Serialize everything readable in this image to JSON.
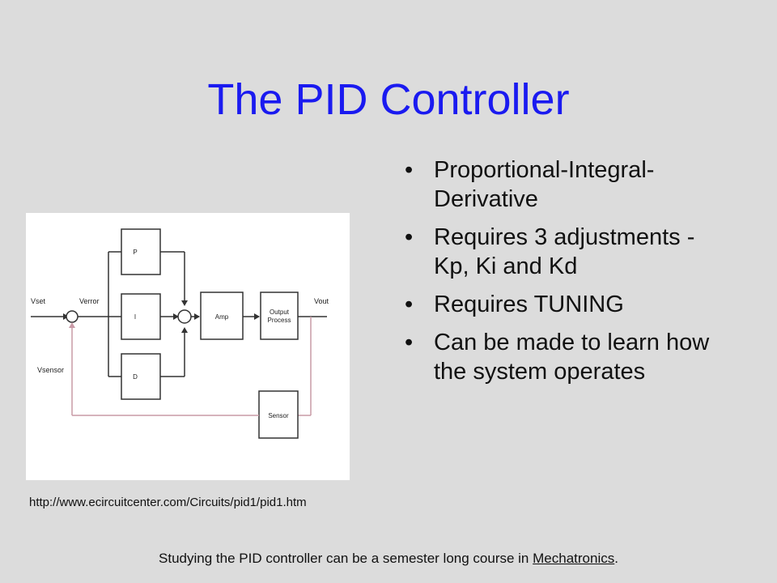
{
  "slide": {
    "title": "The PID Controller",
    "bullets": [
      "Proportional-Integral-Derivative",
      "Requires 3 adjustments - Kp, Ki and Kd",
      "Requires TUNING",
      "Can be made to learn how the system operates"
    ],
    "source_url": "http://www.ecircuitcenter.com/Circuits/pid1/pid1.htm",
    "footer": {
      "text": "Studying the PID controller can be a semester long course in ",
      "link": "Mechatronics",
      "end": "."
    }
  },
  "diagram": {
    "labels": {
      "vset": "Vset",
      "verror": "Verror",
      "vsensor": "Vsensor",
      "vout": "Vout"
    },
    "blocks": {
      "p": "P",
      "i": "I",
      "d": "D",
      "amp": "Amp",
      "output_line1": "Output",
      "output_line2": "Process",
      "sensor": "Sensor"
    }
  },
  "colors": {
    "title": "#1a1af0",
    "background": "#dcdcdc",
    "feedback_line": "#c89aa6"
  }
}
